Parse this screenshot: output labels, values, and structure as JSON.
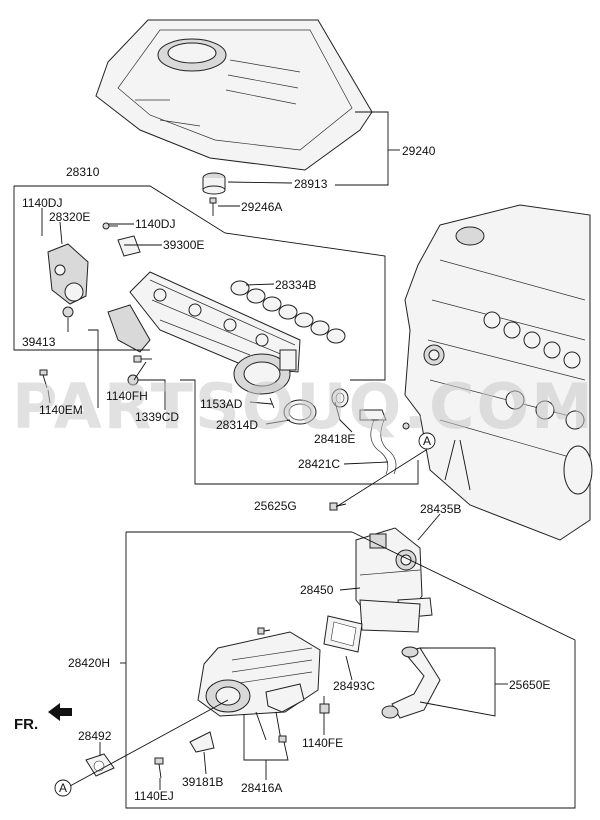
{
  "watermark": "PARTSOUQ.COM",
  "direction_label": "FR.",
  "callouts": {
    "ref_a": "A",
    "p28310": "28310",
    "p29240": "29240",
    "p28913": "28913",
    "p29246A": "29246A",
    "p1140DJ_a": "1140DJ",
    "p28320E": "28320E",
    "p1140DJ_b": "1140DJ",
    "p39300E": "39300E",
    "p28334B": "28334B",
    "p39413": "39413",
    "p1140EM": "1140EM",
    "p1140FH": "1140FH",
    "p1339CD": "1339CD",
    "p1153AD": "1153AD",
    "p28314D": "28314D",
    "p28418E": "28418E",
    "p28421C": "28421C",
    "p25625G": "25625G",
    "p28435B": "28435B",
    "p28450": "28450",
    "p28420H": "28420H",
    "p28493C": "28493C",
    "p25650E": "25650E",
    "p1140FE": "1140FE",
    "p28492": "28492",
    "p39181B": "39181B",
    "p1140EJ": "1140EJ",
    "p28416A": "28416A"
  }
}
